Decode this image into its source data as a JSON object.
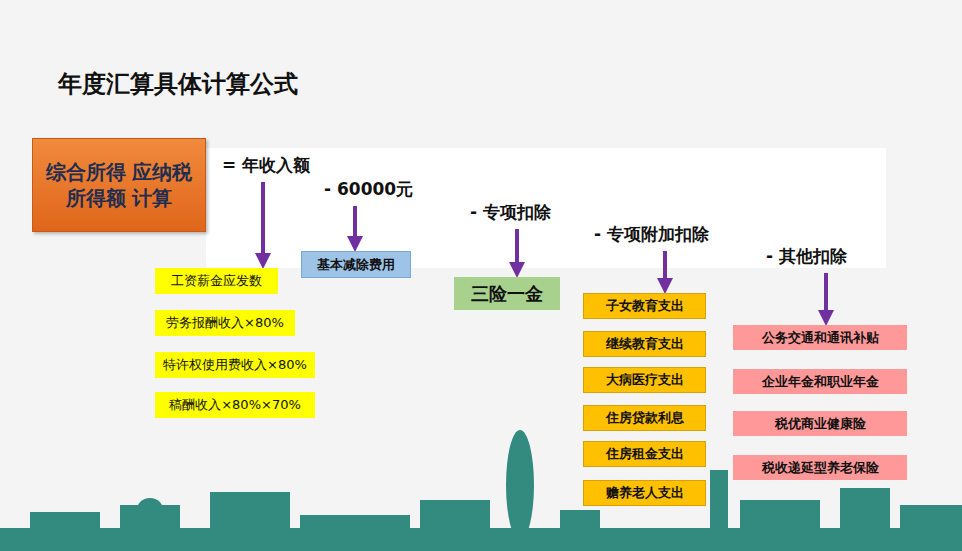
{
  "diagram": {
    "title": "年度汇算具体计算公式",
    "nodes": [
      {
        "text": [
          "综合所得 应纳税所得额 计算"
        ]
      },
      {
        "text": [
          "= 年收入额"
        ]
      },
      {
        "text": [
          "- 60000元"
        ]
      },
      {
        "text": [
          "- 专项扣除"
        ]
      },
      {
        "text": [
          "- 专项附加扣除"
        ]
      },
      {
        "text": [
          "- 其他扣除"
        ]
      },
      {
        "text": [
          "工资薪金应发数"
        ]
      },
      {
        "text": [
          "劳务报酬收入×80%"
        ]
      },
      {
        "text": [
          "特许权使用费收入×80%"
        ]
      },
      {
        "text": [
          "稿酬收入×80%×70%"
        ]
      },
      {
        "text": [
          "基本减除费用"
        ]
      },
      {
        "text": [
          "三险一金"
        ]
      },
      {
        "text": [
          "子女教育支出"
        ]
      },
      {
        "text": [
          "继续教育支出"
        ]
      },
      {
        "text": [
          "大病医疗支出"
        ]
      },
      {
        "text": [
          "住房贷款利息"
        ]
      },
      {
        "text": [
          "住房租金支出"
        ]
      },
      {
        "text": [
          "赡养老人支出"
        ]
      },
      {
        "text": [
          "公务交通和通讯补贴"
        ]
      },
      {
        "text": [
          "企业年金和职业年金"
        ]
      },
      {
        "text": [
          "税优商业健康险"
        ]
      },
      {
        "text": [
          "税收递延型养老保险"
        ]
      }
    ],
    "edges": [
      {
        "from": 1,
        "to": 6,
        "arrow": "to"
      },
      {
        "from": 2,
        "to": 10,
        "arrow": "to"
      },
      {
        "from": 3,
        "to": 11,
        "arrow": "to"
      },
      {
        "from": 4,
        "to": 12,
        "arrow": "to"
      },
      {
        "from": 5,
        "to": 18,
        "arrow": "to"
      }
    ]
  }
}
